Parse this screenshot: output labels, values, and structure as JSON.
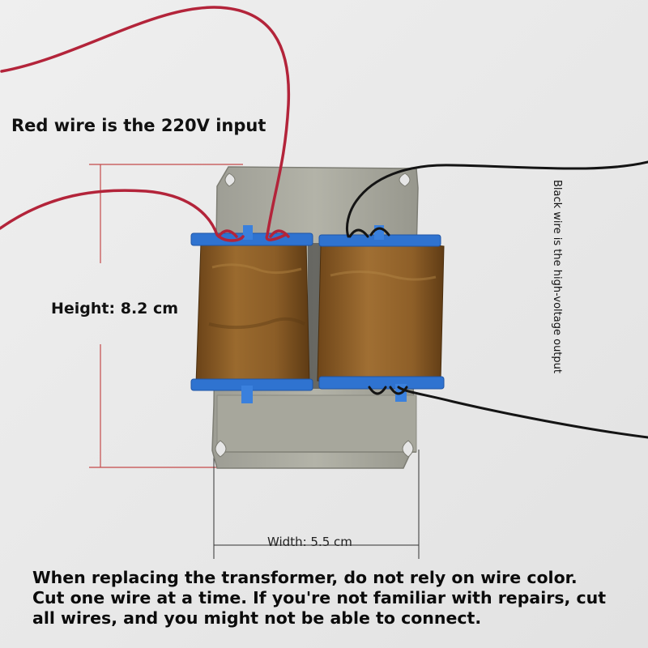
{
  "labels": {
    "red_wire": "Red wire is the 220V input",
    "black_wire": "Black wire is the high-voltage output",
    "height": "Height: 8.2 cm",
    "width": "Width: 5.5 cm"
  },
  "note_lines": [
    "When replacing the transformer, do not rely on wire color.",
    "Cut one wire at a time. If you're not familiar with repairs, cut",
    "all wires, and you might not be able to connect."
  ],
  "colors": {
    "background": "#e9e9e9",
    "dimension_lines": "#c44a4a",
    "red_wire": "#b3243a",
    "black_wire": "#141414",
    "bobbin": "#2f73d0",
    "coil_wrap": "#8a5a22",
    "core": "#a5a59b"
  }
}
